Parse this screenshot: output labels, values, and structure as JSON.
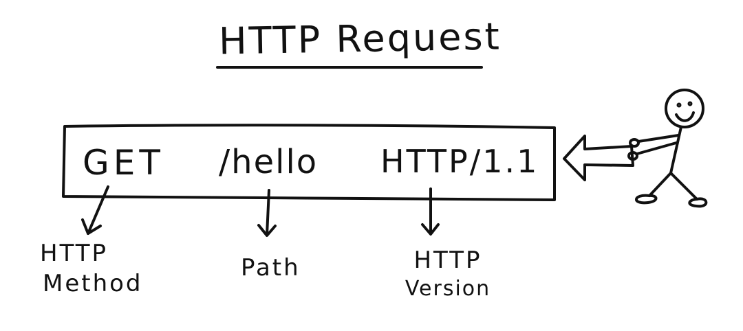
{
  "diagram": {
    "title": "HTTP Request",
    "request_line": {
      "method": "GET",
      "path": "/hello",
      "version": "HTTP/1.1"
    },
    "labels": {
      "method": [
        "HTTP",
        "Method"
      ],
      "path": "Path",
      "version": [
        "HTTP",
        "Version"
      ]
    },
    "figure": "stick-figure-icon",
    "arrow": "hollow-arrow-left-icon"
  }
}
